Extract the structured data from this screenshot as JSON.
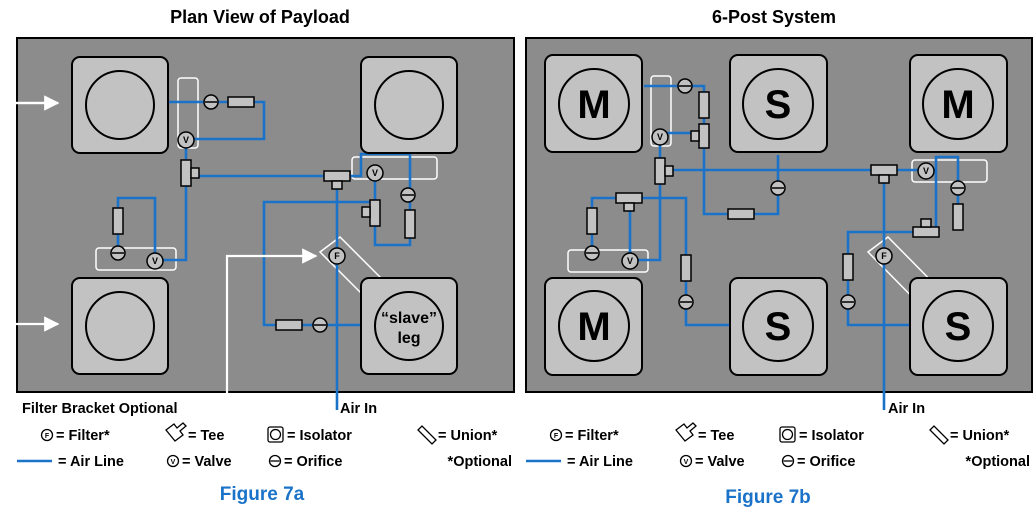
{
  "figure_a": {
    "title": "Plan View of Payload",
    "caption": "Figure 7a",
    "slave_leg_line1": "“slave”",
    "slave_leg_line2": "leg",
    "note_filter_bracket": "Filter Bracket Optional",
    "note_air_in": "Air In",
    "symbol_filter": "F",
    "symbol_valve": "V"
  },
  "figure_b": {
    "title": "6-Post System",
    "caption": "Figure 7b",
    "note_air_in": "Air In",
    "master_label": "M",
    "slave_label": "S",
    "symbol_filter": "F",
    "symbol_valve": "V"
  },
  "legend": {
    "filter": "= Filter*",
    "tee": "= Tee",
    "isolator": "= Isolator",
    "union": "= Union*",
    "air_line": "= Air Line",
    "valve": "= Valve",
    "orifice": "= Orifice",
    "optional": "*Optional"
  },
  "colors": {
    "panel_bg": "#8c8c8c",
    "isolator_fill": "#c2c2c2",
    "air_line": "#1a73c9",
    "caption": "#1a73c9",
    "bracket": "#ffffff"
  }
}
